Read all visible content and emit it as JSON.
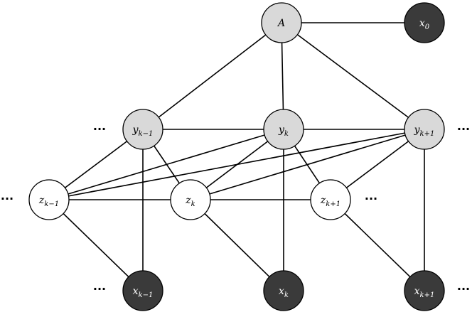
{
  "nodes": [
    {
      "id": "A",
      "base": "A",
      "sub": "",
      "fill": "light"
    },
    {
      "id": "x0",
      "base": "x",
      "sub": "0",
      "fill": "dark"
    },
    {
      "id": "ykm1",
      "base": "y",
      "sub": "k−1",
      "fill": "light"
    },
    {
      "id": "yk",
      "base": "y",
      "sub": "k",
      "fill": "light"
    },
    {
      "id": "ykp1",
      "base": "y",
      "sub": "k+1",
      "fill": "light"
    },
    {
      "id": "zkm1",
      "base": "z",
      "sub": "k−1",
      "fill": "white"
    },
    {
      "id": "zk",
      "base": "z",
      "sub": "k",
      "fill": "white"
    },
    {
      "id": "zkp1",
      "base": "z",
      "sub": "k+1",
      "fill": "white"
    },
    {
      "id": "xkm1",
      "base": "x",
      "sub": "k−1",
      "fill": "dark"
    },
    {
      "id": "xk",
      "base": "x",
      "sub": "k",
      "fill": "dark"
    },
    {
      "id": "xkp1",
      "base": "x",
      "sub": "k+1",
      "fill": "dark"
    }
  ],
  "edges": [
    [
      "A",
      "x0"
    ],
    [
      "A",
      "ykm1"
    ],
    [
      "A",
      "yk"
    ],
    [
      "A",
      "ykp1"
    ],
    [
      "ykm1",
      "yk"
    ],
    [
      "yk",
      "ykp1"
    ],
    [
      "ykm1",
      "zkm1"
    ],
    [
      "ykm1",
      "zk"
    ],
    [
      "ykm1",
      "xkm1"
    ],
    [
      "yk",
      "zkm1"
    ],
    [
      "yk",
      "zk"
    ],
    [
      "yk",
      "zkp1"
    ],
    [
      "yk",
      "xk"
    ],
    [
      "ykp1",
      "zkm1"
    ],
    [
      "ykp1",
      "zk"
    ],
    [
      "ykp1",
      "zkp1"
    ],
    [
      "ykp1",
      "xkp1"
    ],
    [
      "zkm1",
      "zk"
    ],
    [
      "zk",
      "zkp1"
    ],
    [
      "zkm1",
      "xkm1"
    ],
    [
      "zk",
      "xk"
    ],
    [
      "zkp1",
      "xkp1"
    ]
  ],
  "ellipsis": "···"
}
